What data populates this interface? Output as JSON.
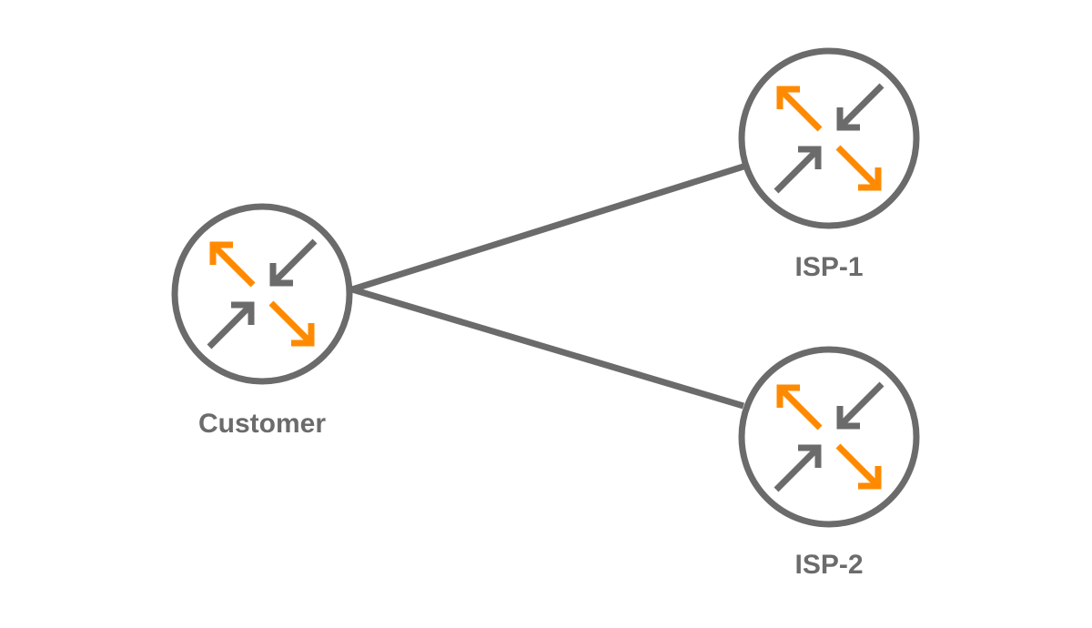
{
  "colors": {
    "primary": "#6b6b6b",
    "accent": "#ff8a00",
    "background": "#ffffff"
  },
  "nodes": [
    {
      "id": "customer",
      "label": "Customer",
      "icon": "router-icon"
    },
    {
      "id": "isp1",
      "label": "ISP-1",
      "icon": "router-icon"
    },
    {
      "id": "isp2",
      "label": "ISP-2",
      "icon": "router-icon"
    }
  ],
  "links": [
    {
      "from": "customer",
      "to": "isp1"
    },
    {
      "from": "customer",
      "to": "isp2"
    }
  ]
}
